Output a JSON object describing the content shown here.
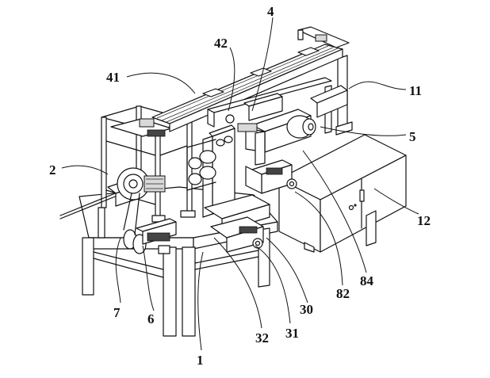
{
  "callouts": {
    "c1": "1",
    "c2": "2",
    "c4": "4",
    "c5": "5",
    "c6": "6",
    "c7": "7",
    "c11": "11",
    "c12": "12",
    "c30": "30",
    "c31": "31",
    "c32": "32",
    "c41": "41",
    "c42": "42",
    "c82": "82",
    "c84": "84"
  }
}
